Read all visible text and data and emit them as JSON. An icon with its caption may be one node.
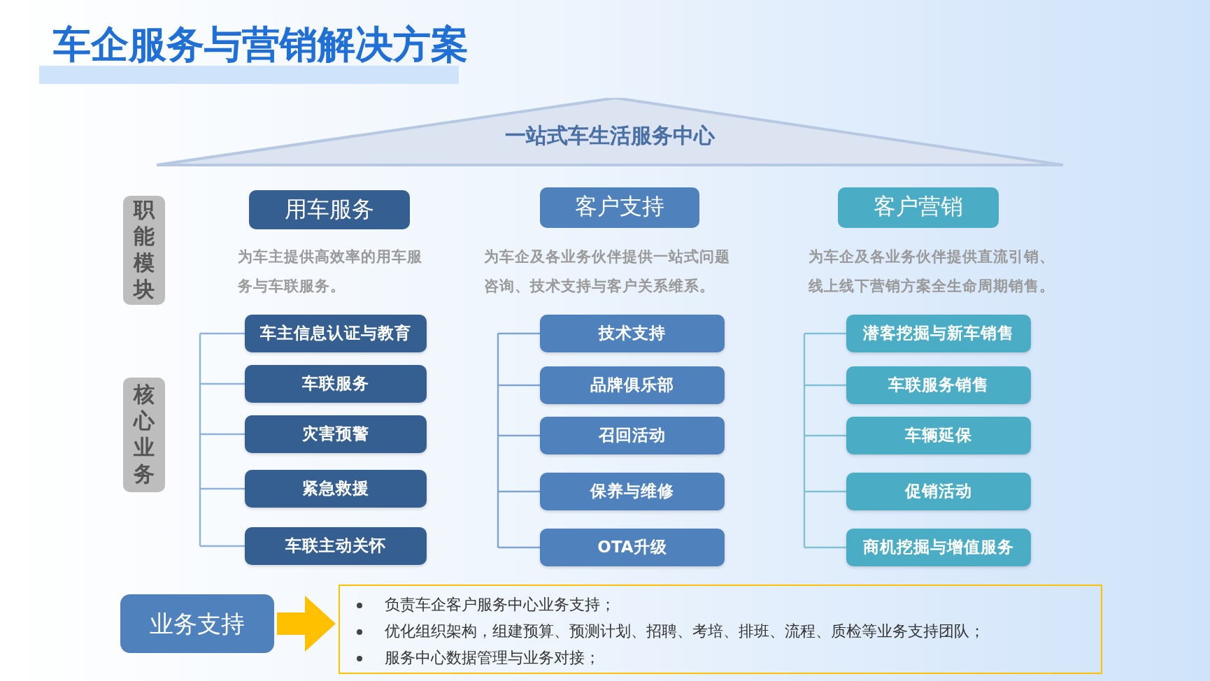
{
  "diagram": {
    "title": "车企服务与营销解决方案",
    "nodes": [
      {
        "text": [
          "一站式车生活服务中心"
        ]
      },
      {
        "text": [
          "职能模块"
        ]
      },
      {
        "text": [
          "核心业务"
        ]
      },
      {
        "text": [
          "用车服务"
        ],
        "beside": [
          "为车主提供高效率的用车服务与车联服务。"
        ]
      },
      {
        "text": [
          "车主信息认证与教育"
        ]
      },
      {
        "text": [
          "车联服务"
        ]
      },
      {
        "text": [
          "灾害预警"
        ]
      },
      {
        "text": [
          "紧急救援"
        ]
      },
      {
        "text": [
          "车联主动关怀"
        ]
      },
      {
        "text": [
          "客户支持"
        ],
        "beside": [
          "为车企及各业务伙伴提供一站式问题咨询、技术支持与客户关系维系。"
        ]
      },
      {
        "text": [
          "技术支持"
        ]
      },
      {
        "text": [
          "品牌俱乐部"
        ]
      },
      {
        "text": [
          "召回活动"
        ]
      },
      {
        "text": [
          "保养与维修"
        ]
      },
      {
        "text": [
          "OTA升级"
        ]
      },
      {
        "text": [
          "客户营销"
        ],
        "beside": [
          "为车企及各业务伙伴提供直流引销、线上线下营销方案全生命周期销售。"
        ]
      },
      {
        "text": [
          "潜客挖掘与新车销售"
        ]
      },
      {
        "text": [
          "车联服务销售"
        ]
      },
      {
        "text": [
          "车辆延保"
        ]
      },
      {
        "text": [
          "促销活动"
        ]
      },
      {
        "text": [
          "商机挖掘与增值服务"
        ]
      },
      {
        "text": [
          "业务支持"
        ]
      },
      {
        "text": [
          "负责车企客户服务中心业务支持；",
          "优化组织架构，组建预算、预测计划、招聘、考培、排班、流程、质检等业务支持团队；",
          "服务中心数据管理与业务对接；"
        ]
      }
    ],
    "edges": [
      {
        "from": 21,
        "to": 22,
        "arrow": "to",
        "color": "#ffc000"
      }
    ]
  }
}
